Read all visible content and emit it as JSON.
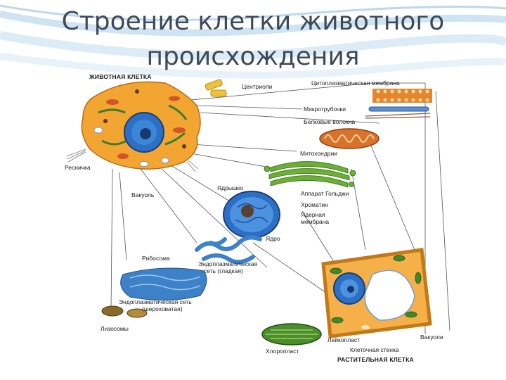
{
  "slide": {
    "title_line1": "Строение клетки животного",
    "title_line2": "происхождения"
  },
  "labels": {
    "animal_cell": "ЖИВОТНАЯ КЛЕТКА",
    "centrioles": "Центриоли",
    "cytoplasmic_membrane": "Цитоплазматическая мембрана",
    "microtubules": "Микротрубочки",
    "protein_fibers": "Белковые волокна",
    "mitochondria": "Митохондрии",
    "golgi": "Аппарат Гольджи",
    "cilium": "Ресничка",
    "vacuole": "Вакуоль",
    "nucleolus": "Ядрышко",
    "chromatin": "Хроматин",
    "nuclear_membrane_1": "Ядерная",
    "nuclear_membrane_2": "мембрана",
    "nucleus": "Ядро",
    "ribosome": "Рибосома",
    "smooth_er_1": "Эндоплазматическая",
    "smooth_er_2": "сеть (гладкая)",
    "rough_er_1": "Эндоплазматическая сеть",
    "rough_er_2": "(шероховатая)",
    "lysosomes": "Лизосомы",
    "chloroplast": "Хлоропласт",
    "leucoplast": "Лейкопласт",
    "vacuoles": "Вакуоли",
    "cell_wall": "Клеточная стенка",
    "plant_cell": "РАСТИТЕЛЬНАЯ КЛЕТКА"
  },
  "colors": {
    "title": "#3e4a5a",
    "cytoplasm": "#f3a531",
    "nucleus": "#2d6fc4",
    "er": "#3d82c8",
    "mitochondria": "#d9722a",
    "golgi": "#6cae36",
    "chloroplast": "#4b8f2a",
    "line": "#555555"
  }
}
